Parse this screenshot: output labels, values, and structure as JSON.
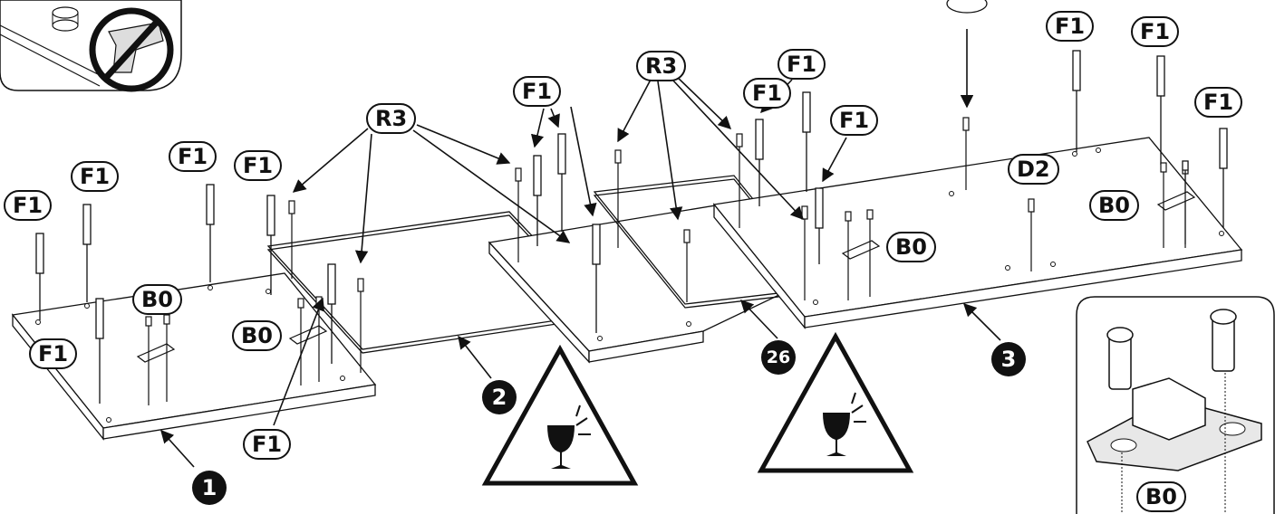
{
  "labels": {
    "f1": "F1",
    "r3": "R3",
    "b0": "B0",
    "d2": "D2"
  },
  "parts": {
    "p1": "1",
    "p2": "2",
    "p3": "3",
    "p26": "26"
  },
  "icons": [
    "no-power-drill-icon",
    "fragile-glass-warning-icon",
    "hinge-plate-b0-icon"
  ],
  "colors": {
    "ink": "#111111",
    "paper": "#ffffff"
  }
}
